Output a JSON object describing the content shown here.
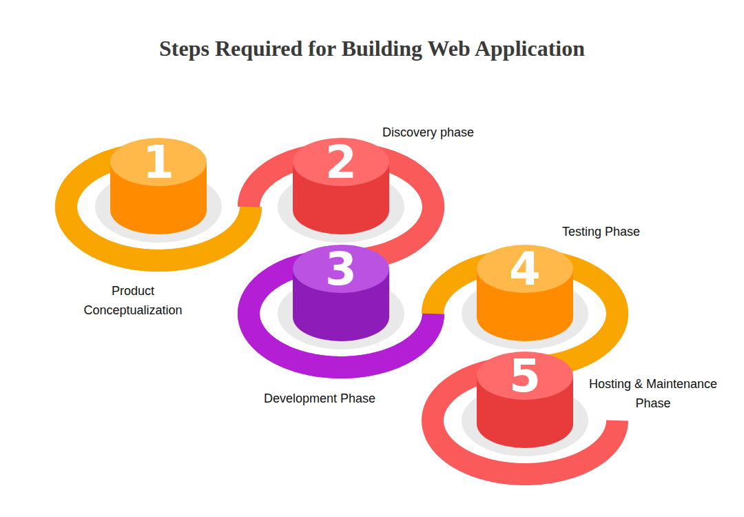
{
  "diagram": {
    "title": "Steps Required for Building Web Application",
    "nodes": [
      {
        "text": [
          "1",
          "Product Conceptualization"
        ]
      },
      {
        "text": [
          "2",
          "Discovery phase"
        ]
      },
      {
        "text": [
          "3",
          "Development Phase"
        ]
      },
      {
        "text": [
          "4",
          "Testing Phase"
        ]
      },
      {
        "text": [
          "5",
          "Hosting & Maintenance Phase"
        ]
      }
    ],
    "edges": [
      {
        "from": 0,
        "to": 1,
        "arrow": "none"
      },
      {
        "from": 1,
        "to": 2,
        "arrow": "none"
      },
      {
        "from": 2,
        "to": 3,
        "arrow": "none"
      },
      {
        "from": 3,
        "to": 4,
        "arrow": "none"
      }
    ]
  }
}
